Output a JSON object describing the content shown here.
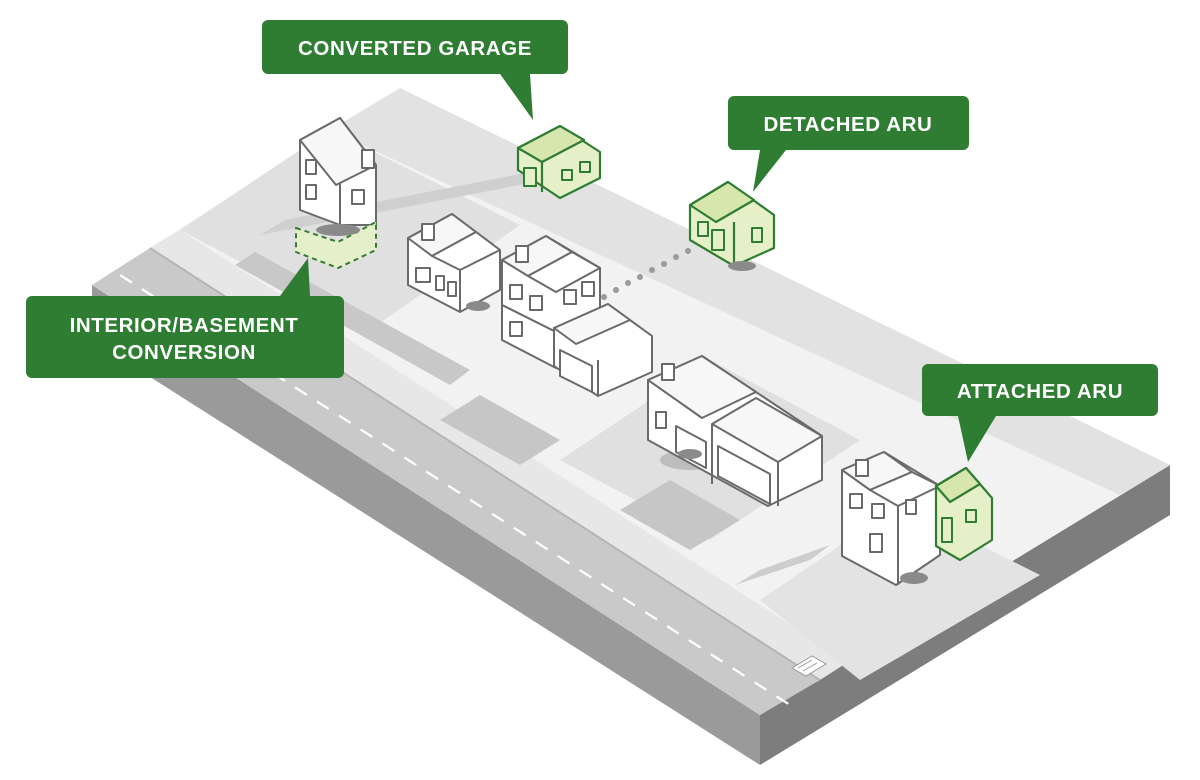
{
  "labels": {
    "converted_garage": "CONVERTED GARAGE",
    "detached_aru": "DETACHED ARU",
    "interior_line1": "INTERIOR/BASEMENT",
    "interior_line2": "CONVERSION",
    "attached_aru": "ATTACHED ARU"
  },
  "colors": {
    "callout_green": "#2f7d32",
    "aru_fill": "#e6f0c8",
    "aru_stroke": "#2e7d32",
    "house_fill": "#ffffff",
    "house_stroke": "#6a6a6a",
    "ground": "#f1f1f1",
    "lot_gray": "#dcdcdc",
    "driveway": "#c9c9c9",
    "road": "#c8c8c8",
    "sidewalk": "#e6e6e6",
    "base_side": "#8a8a8a"
  }
}
